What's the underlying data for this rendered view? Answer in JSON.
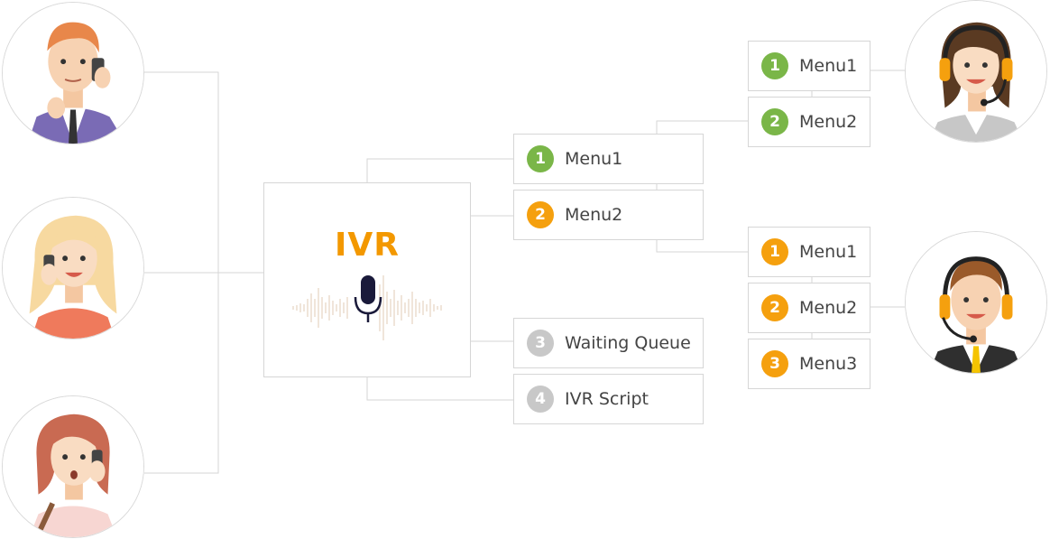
{
  "colors": {
    "accent": "#f39800",
    "green": "#7ab648",
    "orange": "#f5a00e",
    "gray": "#c8c8c8",
    "line": "#d6d6d6"
  },
  "ivr": {
    "title": "IVR",
    "icon": "microphone-icon"
  },
  "callers": [
    {
      "icon": "male-caller-avatar"
    },
    {
      "icon": "blonde-female-caller-avatar"
    },
    {
      "icon": "redhead-female-caller-avatar"
    }
  ],
  "ivr_menu": [
    {
      "number": "1",
      "label": "Menu1",
      "color": "green"
    },
    {
      "number": "2",
      "label": "Menu2",
      "color": "orange"
    },
    {
      "number": "3",
      "label": "Waiting Queue",
      "color": "gray"
    },
    {
      "number": "4",
      "label": "IVR Script",
      "color": "gray"
    }
  ],
  "green_submenu": [
    {
      "number": "1",
      "label": "Menu1",
      "color": "green"
    },
    {
      "number": "2",
      "label": "Menu2",
      "color": "green"
    }
  ],
  "orange_submenu": [
    {
      "number": "1",
      "label": "Menu1",
      "color": "orange"
    },
    {
      "number": "2",
      "label": "Menu2",
      "color": "orange"
    },
    {
      "number": "3",
      "label": "Menu3",
      "color": "orange"
    }
  ],
  "agents": [
    {
      "icon": "female-agent-headset-avatar"
    },
    {
      "icon": "male-agent-headset-avatar"
    }
  ]
}
